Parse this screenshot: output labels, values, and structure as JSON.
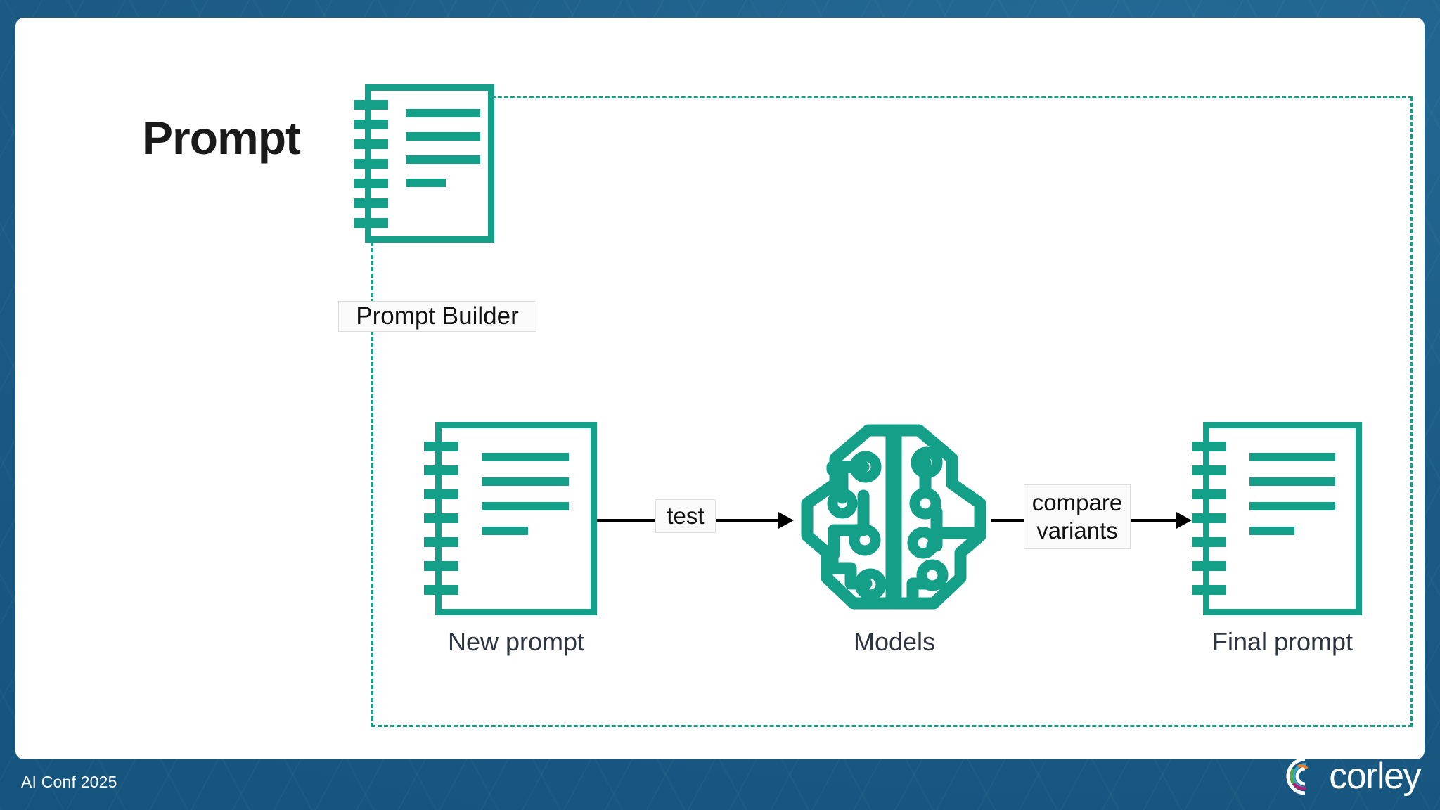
{
  "slide": {
    "title": "Prompt",
    "background_color": "#1b5b84",
    "canvas_color": "#ffffff",
    "accent_color": "#14a088",
    "label_text_color": "#2b3440"
  },
  "group": {
    "name": "prompt-builder-group",
    "label": "Prompt Builder",
    "border_style": "dashed",
    "border_color": "#14a088"
  },
  "nodes": [
    {
      "id": "prompt-builder",
      "icon": "notebook-icon",
      "label": "Prompt Builder"
    },
    {
      "id": "new-prompt",
      "icon": "notebook-icon",
      "label": "New prompt"
    },
    {
      "id": "models",
      "icon": "brain-circuit-icon",
      "label": "Models"
    },
    {
      "id": "final-prompt",
      "icon": "notebook-icon",
      "label": "Final prompt"
    }
  ],
  "edges": [
    {
      "id": "new-prompt-to-models",
      "label": "test",
      "from": "new-prompt",
      "to": "models"
    },
    {
      "id": "models-to-final-prompt",
      "label": "compare\nvariants",
      "from": "models",
      "to": "final-prompt"
    }
  ],
  "footer": {
    "event": "AI Conf 2025",
    "brand": "corley"
  }
}
